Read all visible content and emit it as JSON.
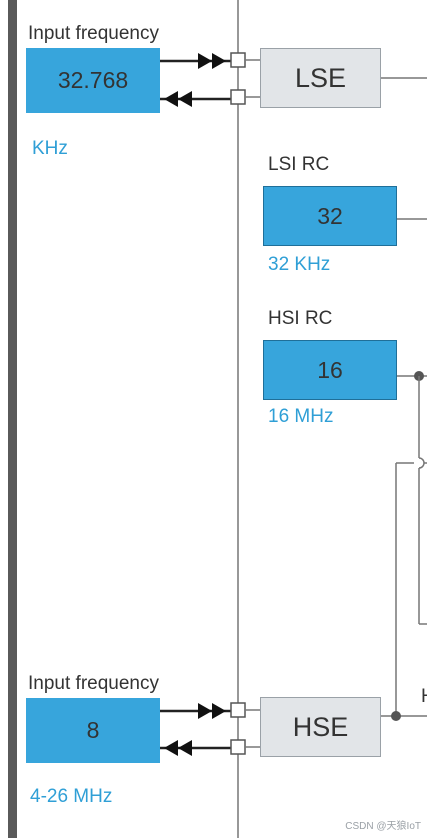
{
  "lse": {
    "input_label": "Input frequency",
    "value": "32.768",
    "unit": "KHz",
    "block_label": "LSE"
  },
  "lsi": {
    "title": "LSI RC",
    "value": "32",
    "unit": "32 KHz"
  },
  "hsi": {
    "title": "HSI RC",
    "value": "16",
    "unit": "16 MHz"
  },
  "hse": {
    "input_label": "Input frequency",
    "value": "8",
    "unit": "4-26 MHz",
    "block_label": "HSE",
    "clipped_right_text": "H"
  },
  "watermark": "CSDN @天狼IoT",
  "colors": {
    "input_blue": "#37a5dc",
    "unit_text_blue": "#2f9fd6",
    "block_gray": "#e2e5e8",
    "wire_gray": "#777777",
    "left_border": "#5a5a5a"
  }
}
